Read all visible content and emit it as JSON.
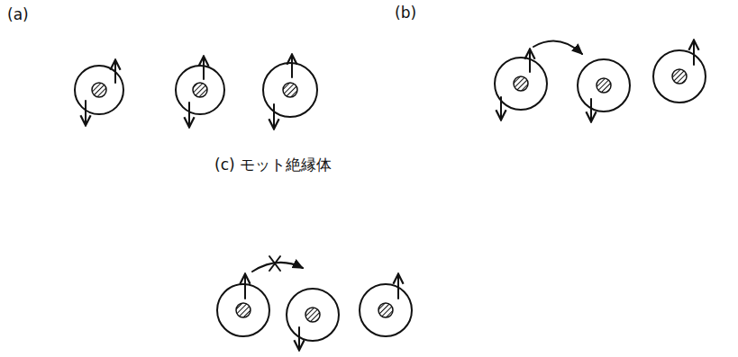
{
  "diagram": {
    "labels": [
      "(a)",
      "(b)",
      "(c) モット絶縁体"
    ]
  }
}
